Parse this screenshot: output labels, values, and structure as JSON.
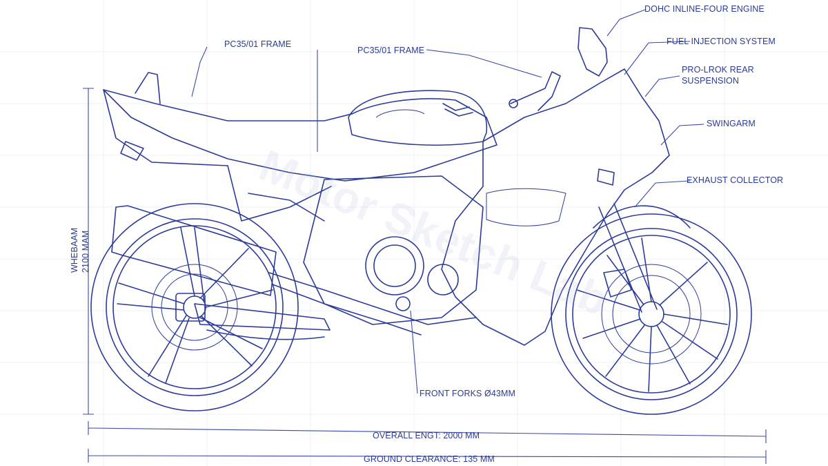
{
  "labels": {
    "engine": "DOHC INLINE-FOUR ENGINE",
    "fuel_injection": "FUEL INJECTION SYSTEM",
    "rear_suspension": "PRO-LROK REAR\nSUSPENSION",
    "swingarm": "SWINGARM",
    "exhaust_collector": "EXHAUST COLLECTOR",
    "frame_left": "PC35/01 FRAME",
    "frame_center": "PC35/01 FRAME",
    "front_forks": "FRONT FORKS Ø43MM",
    "wheelbase": "WHEBAAM\n2100 MAM",
    "overall_length": "OVERALL ENGT: 2000 MM",
    "ground_clearance": "GROUND CLEARANCE: 135 MM"
  },
  "colors": {
    "ink": "#2c3a9a",
    "background": "#ffffff"
  }
}
